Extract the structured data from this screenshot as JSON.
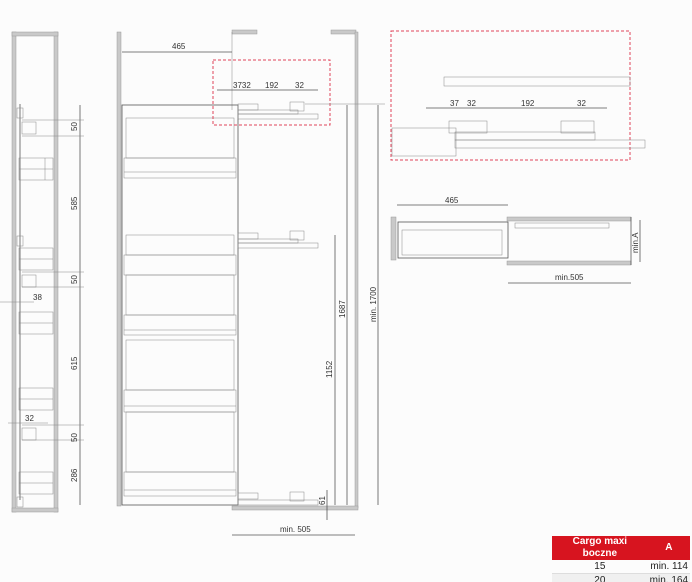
{
  "side_view": {
    "dims": [
      "50",
      "585",
      "50",
      "615",
      "50",
      "286"
    ],
    "offset_38": "38",
    "offset_32": "32"
  },
  "front_view": {
    "depth": "465",
    "hinge_dims": [
      "3732",
      "192",
      "32"
    ],
    "h_1152": "1152",
    "h_1687": "1687",
    "h_min_1700": "min. 1700",
    "h_61": "61",
    "width_min": "min. 505"
  },
  "detail_view": {
    "dims": [
      "37",
      "32",
      "192",
      "32"
    ]
  },
  "top_view": {
    "depth": "465",
    "width_min": "min.505",
    "height_min": "min.A"
  },
  "table": {
    "headers": [
      "Cargo maxi boczne",
      "A"
    ],
    "rows": [
      {
        "size": "15",
        "a": "min. 114"
      },
      {
        "size": "20",
        "a": "min. 164"
      }
    ]
  },
  "colors": {
    "accent": "#d7141f",
    "highlight_box": "#e0435a"
  }
}
